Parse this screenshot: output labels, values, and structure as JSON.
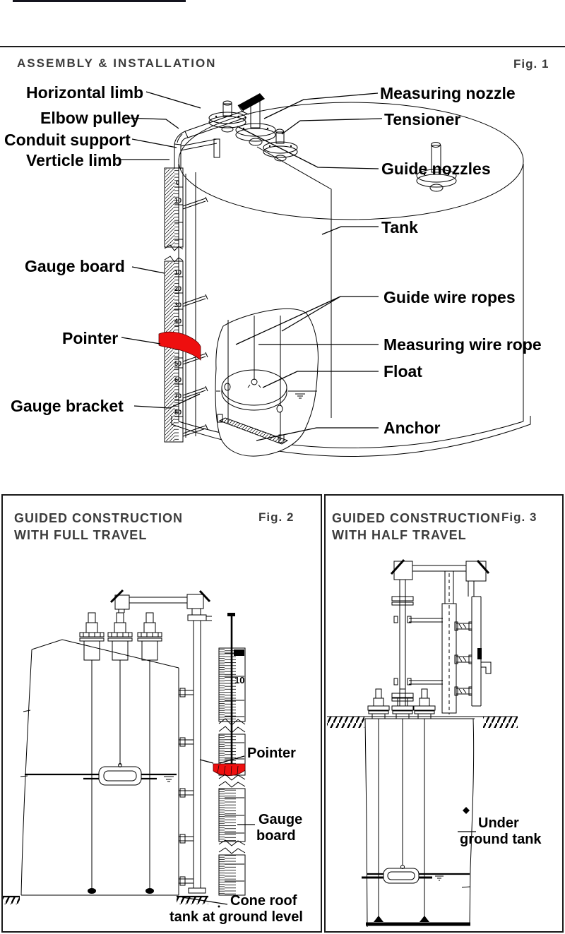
{
  "colors": {
    "heading": "#3a3a3a",
    "line": "#000000",
    "pointer_red": "#ee0f0f",
    "background": "#ffffff"
  },
  "header": {
    "title": "ASSEMBLY & INSTALLATION",
    "fig_label": "Fig. 1"
  },
  "fig1": {
    "labels": {
      "horizontal_limb": "Horizontal limb",
      "elbow_pulley": "Elbow pulley",
      "conduit_support": "Conduit support",
      "verticle_limb": "Verticle limb",
      "gauge_board": "Gauge board",
      "pointer": "Pointer",
      "gauge_bracket": "Gauge bracket",
      "measuring_nozzle": "Measuring nozzle",
      "tensioner": "Tensioner",
      "guide_nozzles": "Guide nozzles",
      "tank": "Tank",
      "guide_wire_ropes": "Guide wire ropes",
      "measuring_wire_rope": "Measuring wire rope",
      "float": "Float",
      "anchor": "Anchor"
    },
    "gauge_numbers_upper": [
      "0",
      "10"
    ],
    "gauge_numbers_lower": [
      "10",
      "20",
      "30",
      "40",
      "50",
      "60",
      "70",
      "80"
    ]
  },
  "fig2": {
    "title_line1": "GUIDED CONSTRUCTION",
    "title_line2": "WITH FULL TRAVEL",
    "fig_label": "Fig. 2",
    "gauge_number": "10",
    "labels": {
      "pointer": "Pointer",
      "gauge_line1": "Gauge",
      "gauge_line2": "board",
      "caption_line1": "Cone roof",
      "caption_line2": "tank at ground level"
    }
  },
  "fig3": {
    "title_line1": "GUIDED CONSTRUCTION",
    "title_line2": "WITH HALF TRAVEL",
    "fig_label": "Fig. 3",
    "labels": {
      "underground_line1": "Under",
      "underground_line2": "ground tank"
    }
  }
}
